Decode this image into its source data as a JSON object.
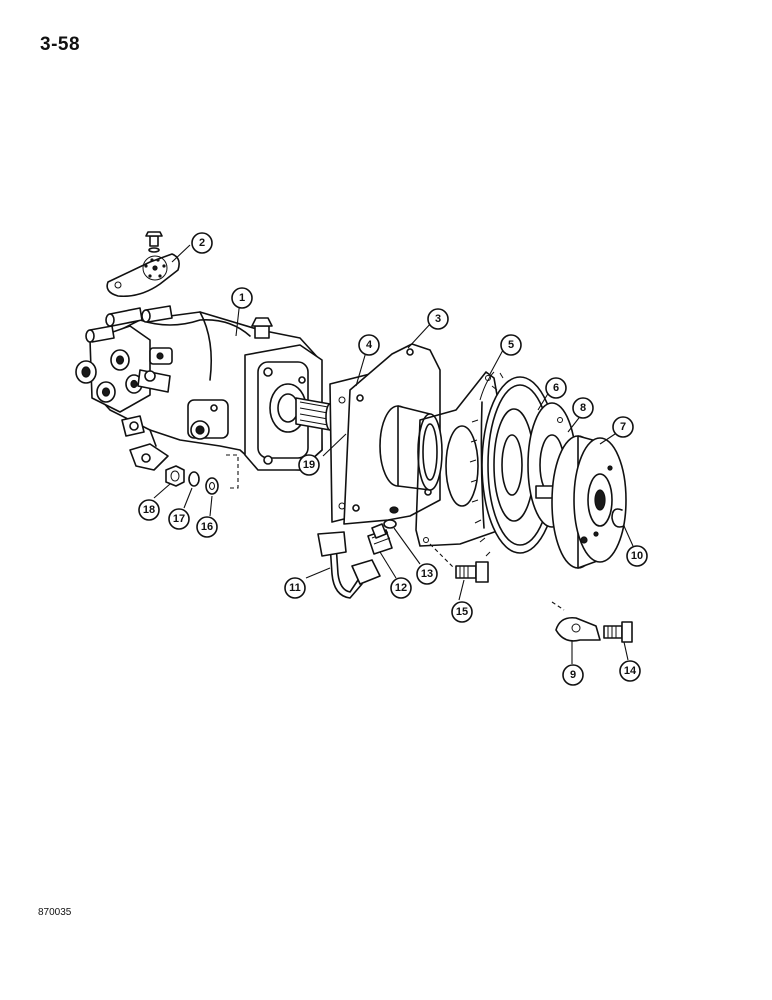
{
  "page": {
    "number": "3-58",
    "figure_code": "870035"
  },
  "callouts": [
    {
      "id": "c1",
      "label": "1"
    },
    {
      "id": "c2",
      "label": "2"
    },
    {
      "id": "c3",
      "label": "3"
    },
    {
      "id": "c4",
      "label": "4"
    },
    {
      "id": "c5",
      "label": "5"
    },
    {
      "id": "c6",
      "label": "6"
    },
    {
      "id": "c7",
      "label": "7"
    },
    {
      "id": "c8",
      "label": "8"
    },
    {
      "id": "c9",
      "label": "9"
    },
    {
      "id": "c10",
      "label": "10"
    },
    {
      "id": "c11",
      "label": "11"
    },
    {
      "id": "c12",
      "label": "12"
    },
    {
      "id": "c13",
      "label": "13"
    },
    {
      "id": "c14",
      "label": "14"
    },
    {
      "id": "c15",
      "label": "15"
    },
    {
      "id": "c16",
      "label": "16"
    },
    {
      "id": "c17",
      "label": "17"
    },
    {
      "id": "c18",
      "label": "18"
    },
    {
      "id": "c19",
      "label": "19"
    }
  ]
}
